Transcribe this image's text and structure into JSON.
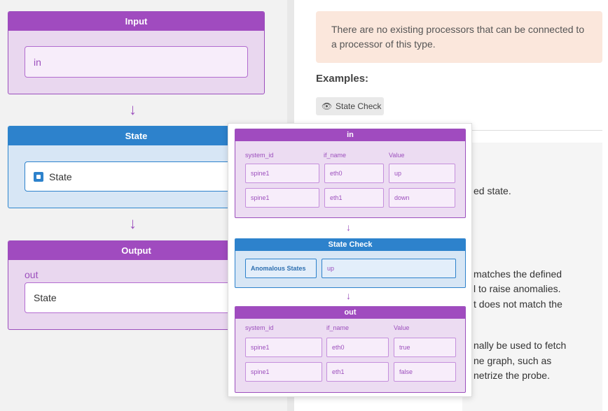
{
  "left": {
    "input_card": {
      "title": "Input",
      "field": "in"
    },
    "state_card": {
      "title": "State",
      "field": "State"
    },
    "output_card": {
      "title": "Output",
      "label": "out",
      "field": "State"
    }
  },
  "right": {
    "warning": "There are no existing processors that can be connected to a processor of this type.",
    "examples_label": "Examples:",
    "example_chip": "State Check",
    "desc_lines": [
      "ed state.",
      "matches the defined",
      "l to raise anomalies.",
      "t does not match the",
      "nally be used to fetch",
      "ne graph, such as",
      "netrize the probe."
    ]
  },
  "popup": {
    "in_block": {
      "title": "in",
      "columns": [
        "system_id",
        "if_name",
        "Value"
      ],
      "rows": [
        [
          "spine1",
          "eth0",
          "up"
        ],
        [
          "spine1",
          "eth1",
          "down"
        ]
      ]
    },
    "state_check_block": {
      "title": "State Check",
      "key": "Anomalous States",
      "value": "up"
    },
    "out_block": {
      "title": "out",
      "columns": [
        "system_id",
        "if_name",
        "Value"
      ],
      "rows": [
        [
          "spine1",
          "eth0",
          "true"
        ],
        [
          "spine1",
          "eth1",
          "false"
        ]
      ]
    }
  },
  "icons": {
    "arrow": "down-arrow-icon",
    "eye": "eye-icon",
    "checkbox": "checkbox-icon"
  },
  "colors": {
    "purple": "#a04bbf",
    "blue": "#2d82cc",
    "warning_bg": "#fbe7dc"
  }
}
